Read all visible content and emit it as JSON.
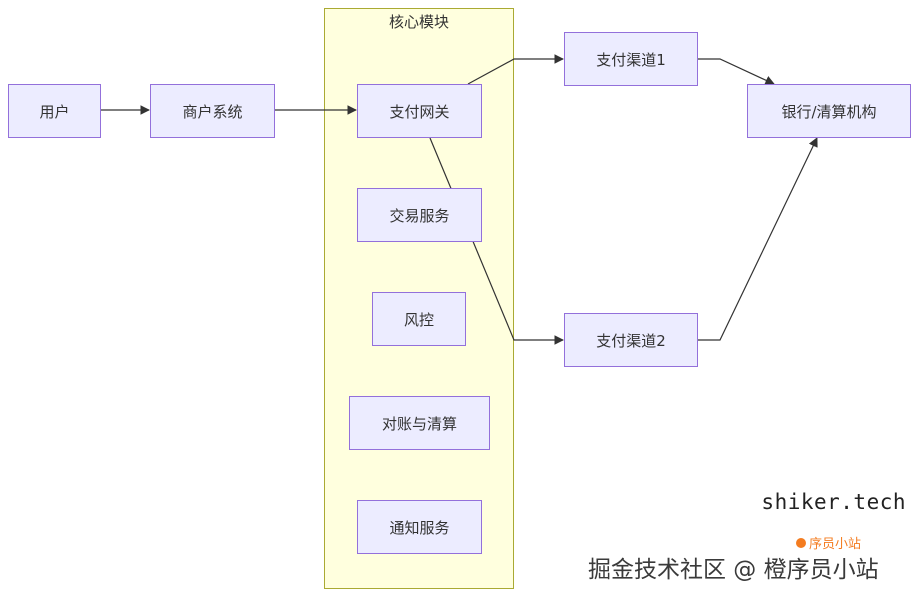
{
  "cluster": {
    "title": "核心模块"
  },
  "nodes": {
    "user": "用户",
    "merchant": "商户系统",
    "gateway": "支付网关",
    "trade": "交易服务",
    "risk": "风控",
    "reconcile": "对账与清算",
    "notify": "通知服务",
    "channel1": "支付渠道1",
    "channel2": "支付渠道2",
    "bank": "银行/清算机构"
  },
  "edges": [
    {
      "from": "user",
      "to": "merchant"
    },
    {
      "from": "merchant",
      "to": "gateway"
    },
    {
      "from": "gateway",
      "to": "channel1"
    },
    {
      "from": "gateway",
      "to": "channel2"
    },
    {
      "from": "channel1",
      "to": "bank"
    },
    {
      "from": "channel2",
      "to": "bank"
    }
  ],
  "watermark": {
    "site": "shiker.tech",
    "badge": "序员小站",
    "main": "掘金技术社区 @ 橙序员小站"
  },
  "colors": {
    "node_fill": "#ECECFF",
    "node_border": "#9370DB",
    "cluster_fill": "#FFFFDE",
    "cluster_border": "#AAAA33",
    "edge": "#333333",
    "badge": "#F47C20"
  }
}
